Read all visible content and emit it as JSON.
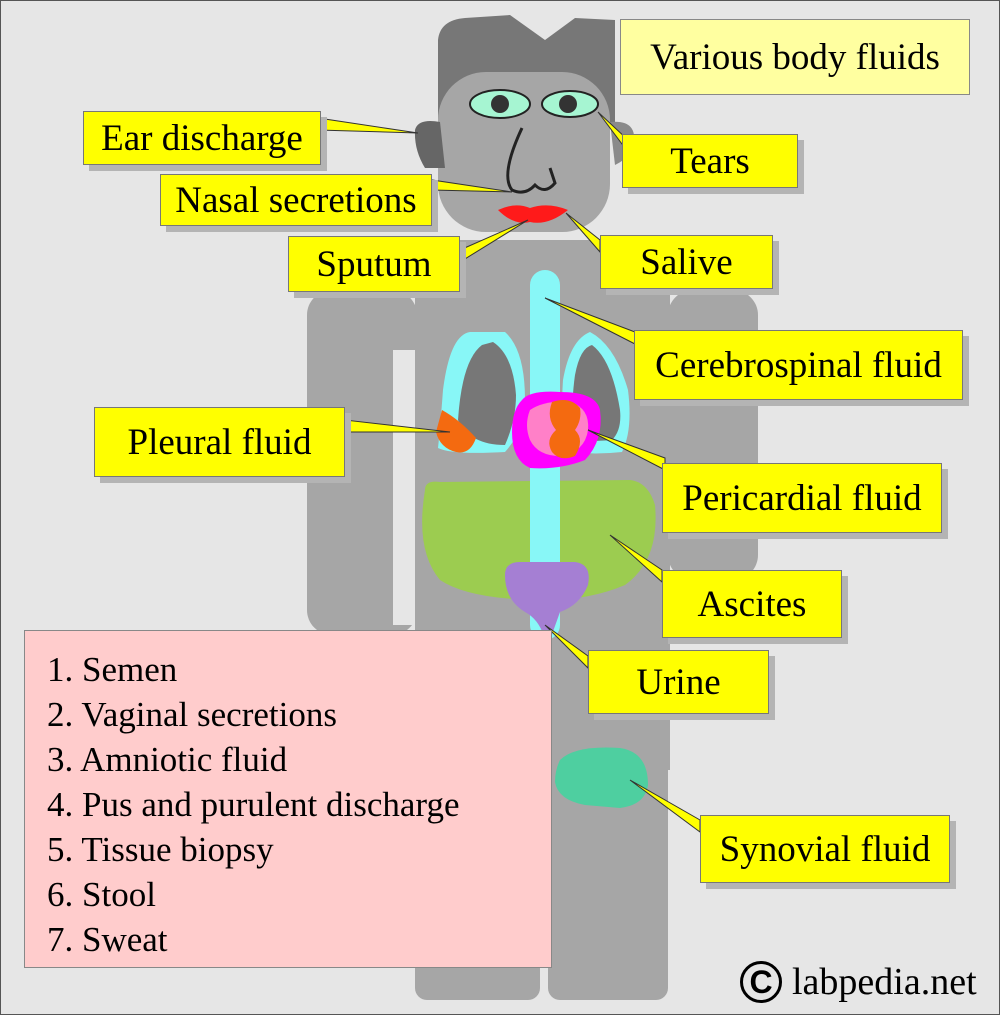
{
  "title": "Various body fluids",
  "labels": {
    "ear_discharge": "Ear discharge",
    "tears": "Tears",
    "nasal_secretions": "Nasal secretions",
    "sputum": "Sputum",
    "salive": "Salive",
    "cerebrospinal_fluid": "Cerebrospinal fluid",
    "pleural_fluid": "Pleural fluid",
    "pericardial_fluid": "Pericardial fluid",
    "ascites": "Ascites",
    "urine": "Urine",
    "synovial_fluid": "Synovial fluid"
  },
  "other_fluids": [
    "1. Semen",
    "2. Vaginal secretions",
    "3. Amniotic fluid",
    "4. Pus and purulent discharge",
    "5. Tissue biopsy",
    "6. Stool",
    "7. Sweat"
  ],
  "credit": {
    "symbol": "C",
    "site": "labpedia.net"
  },
  "colors": {
    "background": "#e6e6e6",
    "body": "#a6a6a6",
    "hair": "#777777",
    "callout": "#ffff00",
    "title_box": "#ffffa0",
    "list_box": "#ffcccc",
    "spinal_cord": "#88f7f7",
    "pleural": "#f46a10",
    "pericardium": "#ff00ff",
    "ascites": "#9ccc50",
    "urine": "#a57fd3",
    "synovial": "#4ecfa0",
    "lips": "#ff1a1a"
  }
}
